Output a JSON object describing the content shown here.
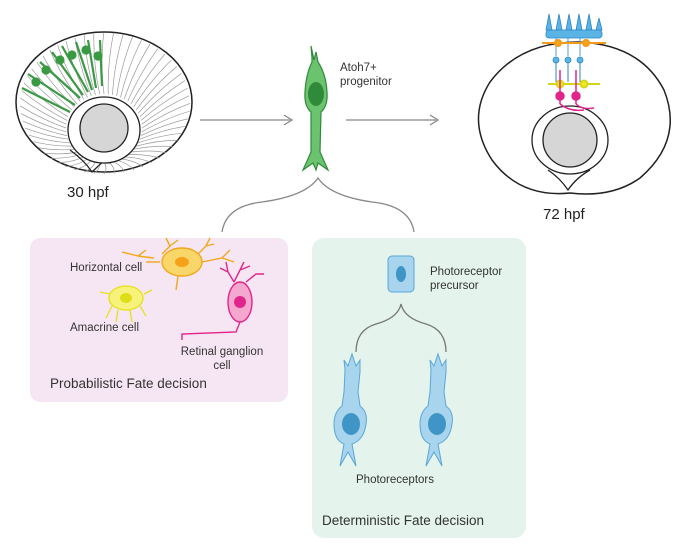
{
  "stages": {
    "early": "30 hpf",
    "late": "72 hpf"
  },
  "progenitor": {
    "line1": "Atoh7+",
    "line2": "progenitor"
  },
  "probabilistic_box": {
    "title": "Probabilistic Fate decision",
    "horizontal": "Horizontal cell",
    "amacrine": "Amacrine cell",
    "ganglion_line1": "Retinal ganglion",
    "ganglion_line2": "cell"
  },
  "deterministic_box": {
    "title": "Deterministic Fate decision",
    "precursor_line1": "Photoreceptor",
    "precursor_line2": "precursor",
    "photoreceptors": "Photoreceptors"
  },
  "colors": {
    "progenitor_green": "#4caf50",
    "pink_box": "#f6e6f3",
    "green_box": "#e4f3ec",
    "horizontal_orange": "#f5b31a",
    "amacrine_yellow": "#eeea2a",
    "ganglion_magenta": "#e0268a",
    "photoreceptor_blue": "#a8d4ee",
    "nucleus_blue": "#3f95c6"
  }
}
